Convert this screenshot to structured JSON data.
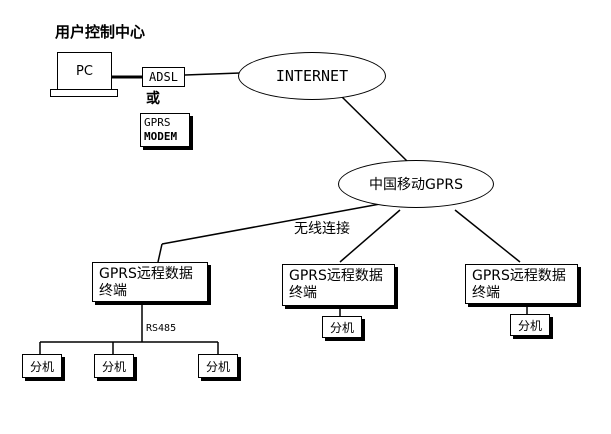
{
  "user_center": {
    "title": "用户控制中心",
    "pc_label": "PC"
  },
  "adsl": {
    "label": "ADSL"
  },
  "or_label": "或",
  "gprs_modem": {
    "line1": "GPRS",
    "line2": "MODEM"
  },
  "internet": {
    "label": "INTERNET"
  },
  "mobile": {
    "label": "中国移动GPRS"
  },
  "wireless": {
    "label": "无线连接"
  },
  "terminals": [
    {
      "line1": "GPRS远程数据",
      "line2": "终端"
    },
    {
      "line1": "GPRS远程数据",
      "line2": "终端"
    },
    {
      "line1": "GPRS远程数据",
      "line2": "终端"
    }
  ],
  "rs485": {
    "label": "RS485"
  },
  "extensions": [
    {
      "label": "分机"
    },
    {
      "label": "分机"
    },
    {
      "label": "分机"
    },
    {
      "label": "分机"
    },
    {
      "label": "分机"
    }
  ]
}
